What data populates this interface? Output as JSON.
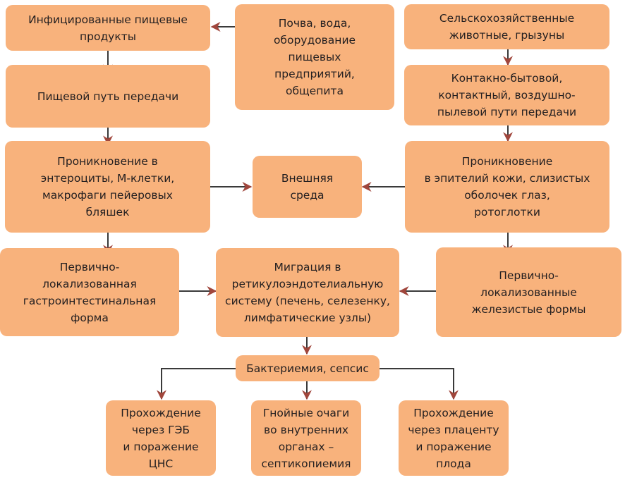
{
  "colors": {
    "box_fill": "#f8b27c",
    "arrow_red": "#a0463c",
    "line_dark": "#3a3a3a",
    "text": "#231f20"
  },
  "nodes": {
    "infected_food": "Инфицированные пищевые\nпродукты",
    "soil_water": "Почва, вода,\nоборудование\nпищевых\nпредприятий,\nобщепита",
    "farm_animals": "Сельскохозяйственные\nживотные, грызуны",
    "food_route": "Пищевой путь передачи",
    "contact_routes": "Контакно-бытовой,\nконтактный, воздушно-\nпылевой пути передачи",
    "enterocytes": "Проникновение в\nэнтероциты, М-клетки,\nмакрофаги пейеровых\nбляшек",
    "environment": "Внешняя\nсреда",
    "skin_penetration": "Проникновение\nв эпителий кожи, слизистых\nоболочек глаз,\nротоглотки",
    "gastro_form": "Первично-\nлокализованная\nгастроинтестинальная\nформа",
    "migration": "Миграция в\nретикулоэндотелиальную\nсистему (печень, селезенку,\nлимфатические узлы)",
    "glandular_forms": "Первично-\nлокализованные\nжелезистые формы",
    "bacteremia": "Бактериемия, сепсис",
    "bbb": "Прохождение\nчерез ГЭБ\nи поражение\nЦНС",
    "abscesses": "Гнойные очаги\nво внутренних\nорганах –\nсептикопиемия",
    "placenta": "Прохождение\nчерез плаценту\nи поражение\nплода"
  }
}
